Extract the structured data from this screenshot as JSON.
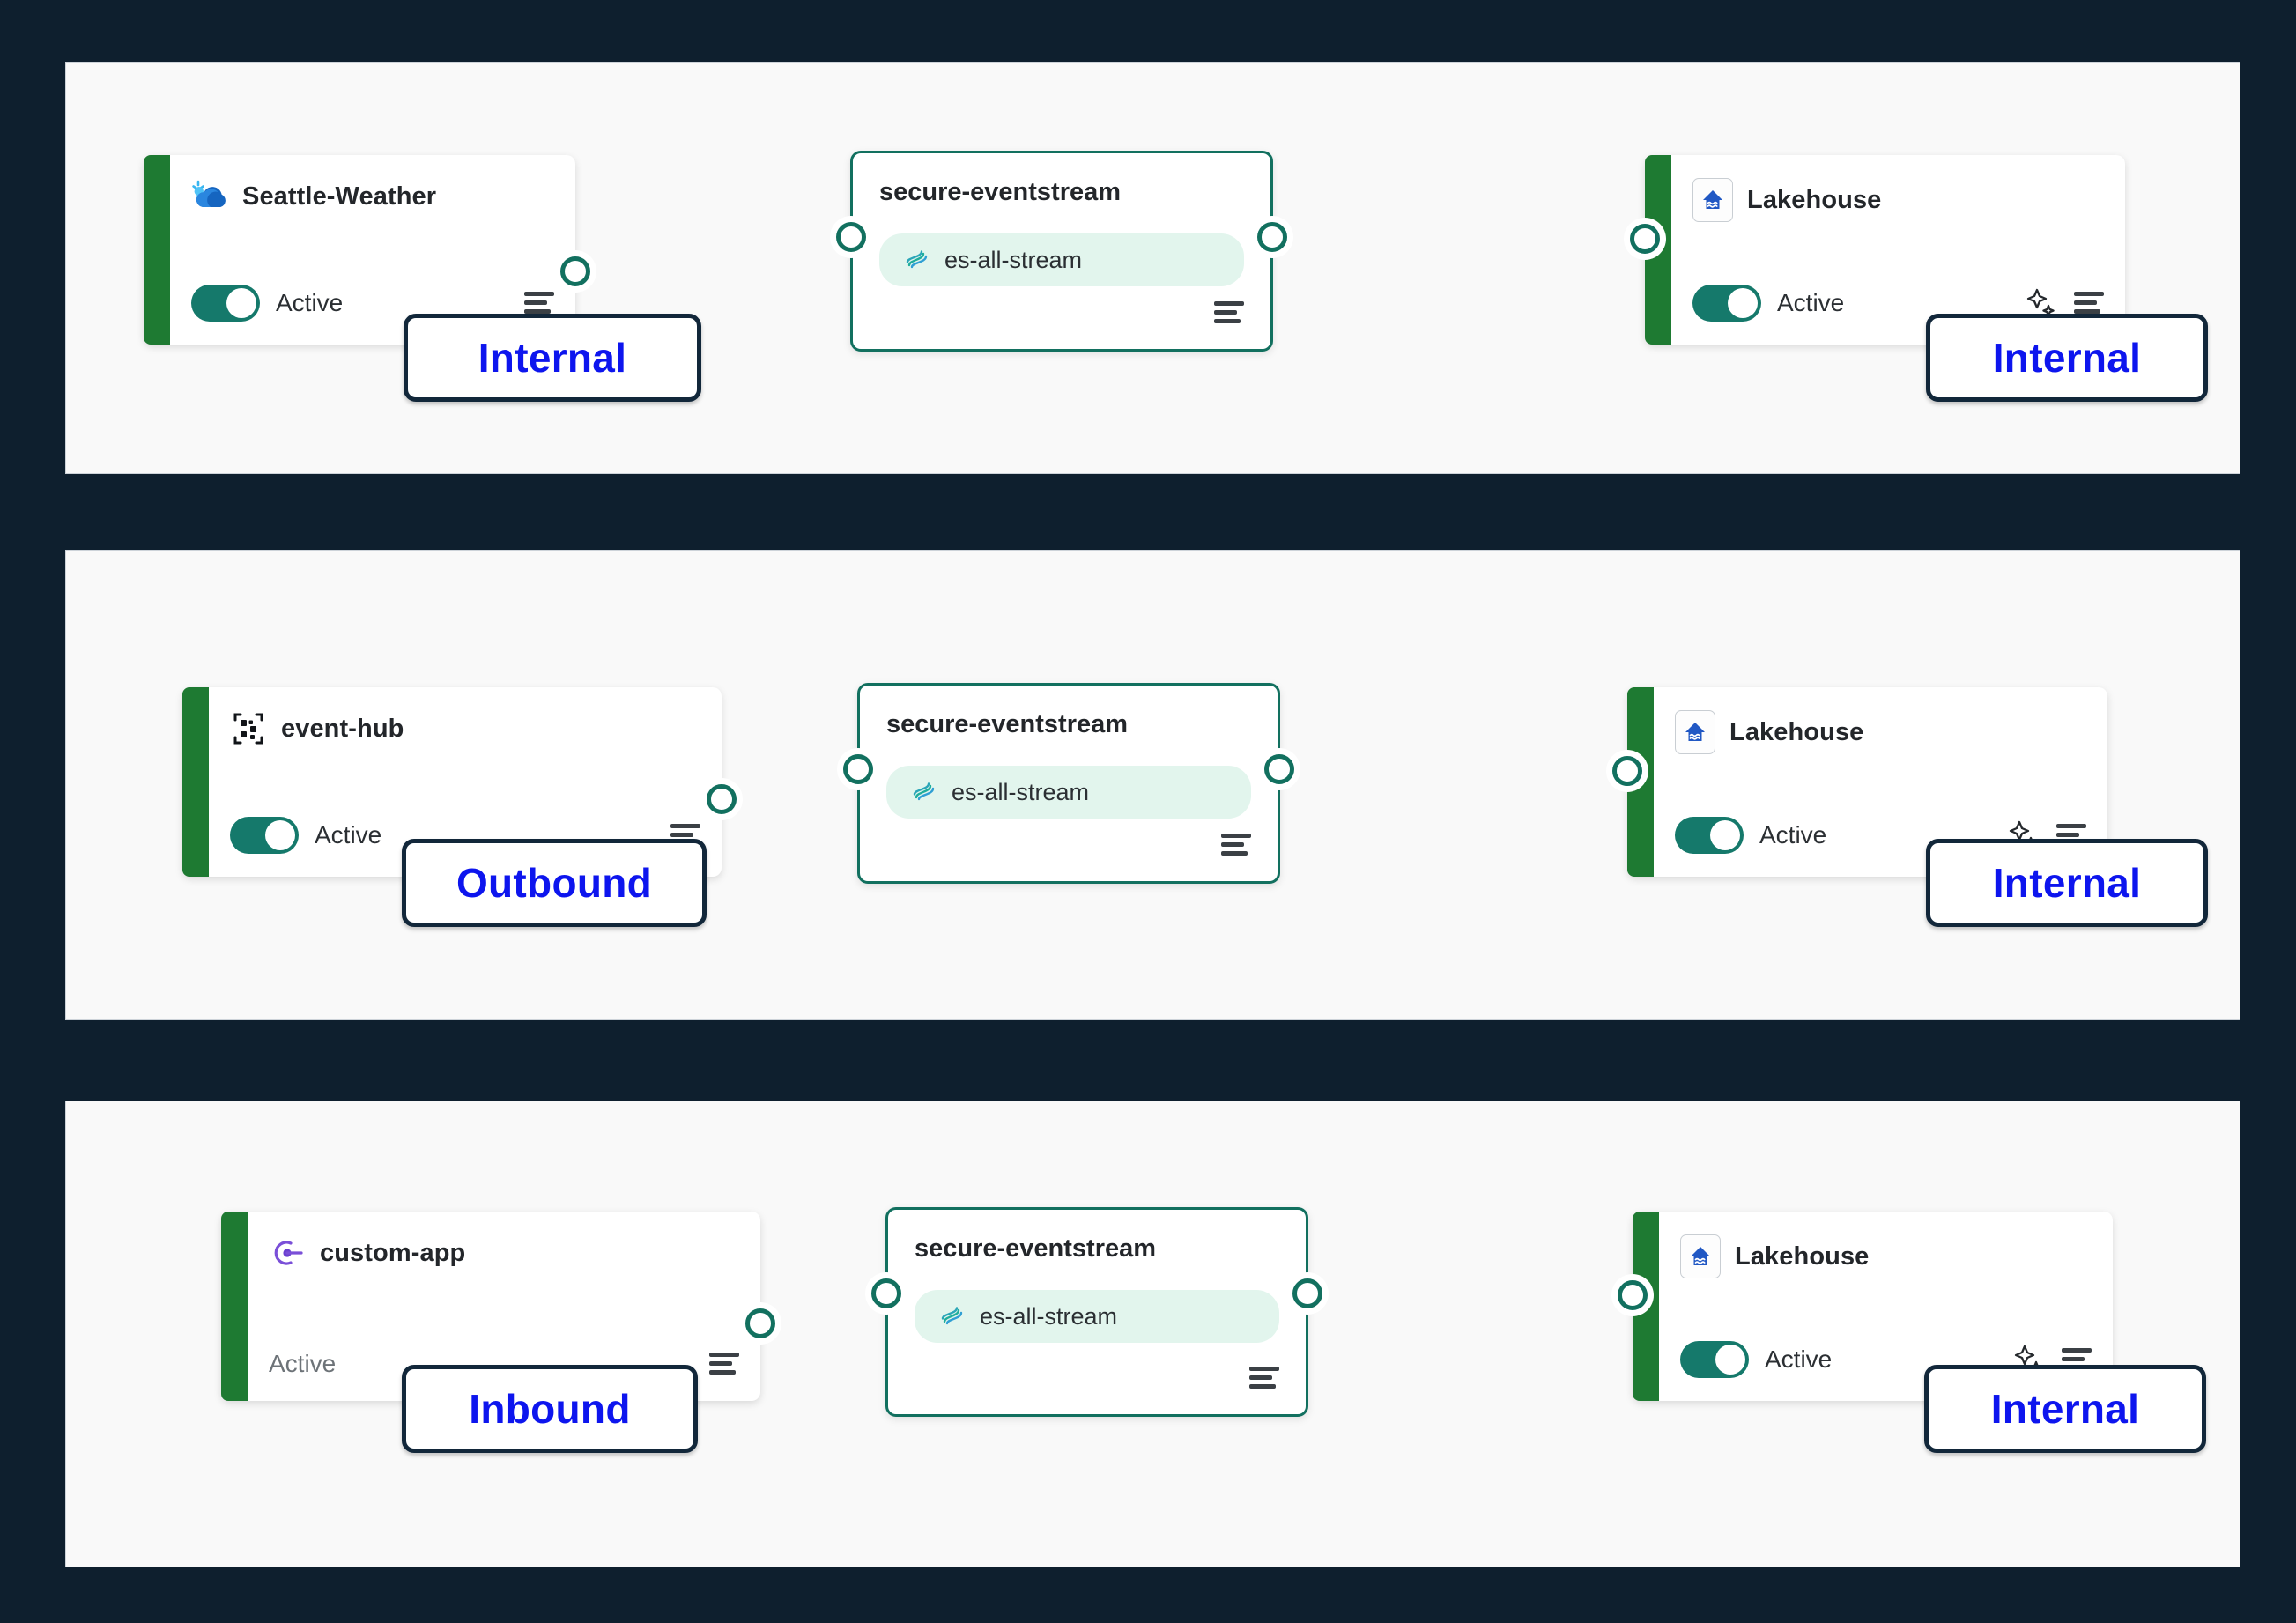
{
  "theme": {
    "background": "#0e1f2e",
    "panel_bg": "#f9f9f9",
    "node_rail_green": "#1e7a32",
    "eventstream_border": "#12705f",
    "toggle_on": "#15796b",
    "pill_bg": "#e2f5ed",
    "badge_border": "#12273a",
    "badge_text": "#0d15ee",
    "edge_gray": "#9a9a9a"
  },
  "rows": [
    {
      "id": "row-internal",
      "source": {
        "title": "Seattle-Weather",
        "icon": "weather-cloud-icon",
        "status": "Active",
        "has_toggle": true,
        "menu_icon": "node-menu-icon"
      },
      "eventstream": {
        "title": "secure-eventstream",
        "pill_label": "es-all-stream",
        "pill_icon": "stream-icon",
        "menu_icon": "node-menu-icon"
      },
      "destination": {
        "title": "Lakehouse",
        "icon": "lakehouse-icon",
        "status": "Active",
        "has_toggle": true,
        "sparkle_icon": "ai-sparkle-icon",
        "menu_icon": "node-menu-icon"
      },
      "badges": [
        {
          "label": "Internal",
          "anchor": "source"
        },
        {
          "label": "Internal",
          "anchor": "destination"
        }
      ]
    },
    {
      "id": "row-outbound",
      "source": {
        "title": "event-hub",
        "icon": "event-hub-icon",
        "status": "Active",
        "has_toggle": true,
        "menu_icon": "node-menu-icon"
      },
      "eventstream": {
        "title": "secure-eventstream",
        "pill_label": "es-all-stream",
        "pill_icon": "stream-icon",
        "menu_icon": "node-menu-icon"
      },
      "destination": {
        "title": "Lakehouse",
        "icon": "lakehouse-icon",
        "status": "Active",
        "has_toggle": true,
        "sparkle_icon": "ai-sparkle-icon",
        "menu_icon": "node-menu-icon"
      },
      "badges": [
        {
          "label": "Outbound",
          "anchor": "source"
        },
        {
          "label": "Internal",
          "anchor": "destination"
        }
      ]
    },
    {
      "id": "row-inbound",
      "source": {
        "title": "custom-app",
        "icon": "custom-app-icon",
        "status": "Active",
        "has_toggle": false,
        "menu_icon": "node-menu-icon"
      },
      "eventstream": {
        "title": "secure-eventstream",
        "pill_label": "es-all-stream",
        "pill_icon": "stream-icon",
        "menu_icon": "node-menu-icon"
      },
      "destination": {
        "title": "Lakehouse",
        "icon": "lakehouse-icon",
        "status": "Active",
        "has_toggle": true,
        "sparkle_icon": "ai-sparkle-icon",
        "menu_icon": "node-menu-icon"
      },
      "badges": [
        {
          "label": "Inbound",
          "anchor": "source"
        },
        {
          "label": "Internal",
          "anchor": "destination"
        }
      ]
    }
  ]
}
